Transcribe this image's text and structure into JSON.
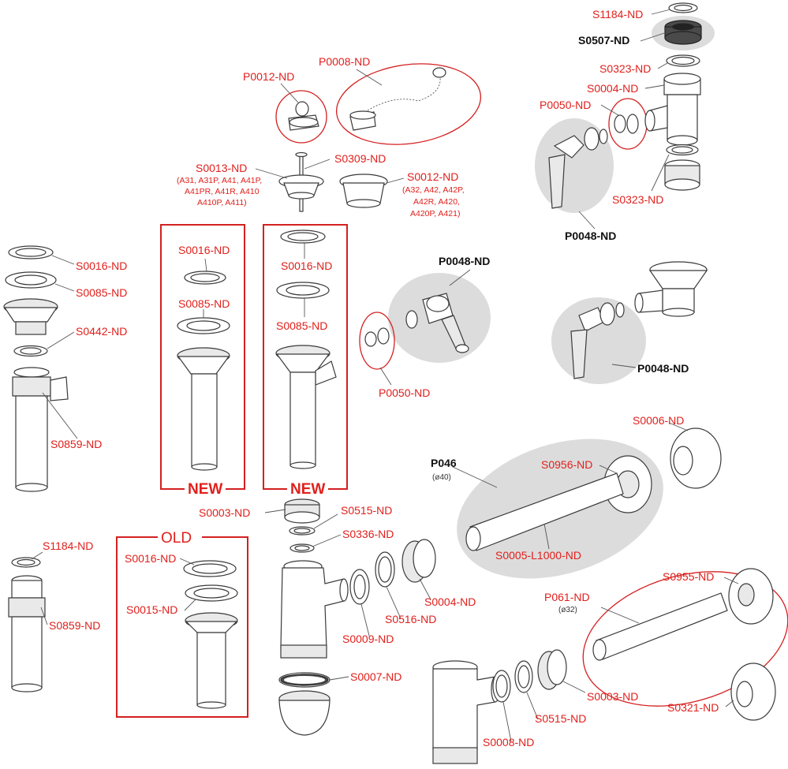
{
  "labels": {
    "S1184_top": "S1184-ND",
    "S0507": "S0507-ND",
    "S0323_top": "S0323-ND",
    "S0004_top": "S0004-ND",
    "P0050_top": "P0050-ND",
    "S0323_bottom": "S0323-ND",
    "P0048_top": "P0048-ND",
    "P0012": "P0012-ND",
    "P0008": "P0008-ND",
    "S0309": "S0309-ND",
    "S0013": "S0013-ND",
    "S0013_models": [
      "(A31, A31P, A41, A41P,",
      "A41PR, A41R, A410",
      "A410P, A411)"
    ],
    "S0012": "S0012-ND",
    "S0012_models": [
      "(A32, A42, A42P,",
      "A42R, A420,",
      "A420P, A421)"
    ],
    "S0016_left": "S0016-ND",
    "S0085_left": "S0085-ND",
    "S0442": "S0442-ND",
    "S0859_left": "S0859-ND",
    "S0016_new1": "S0016-ND",
    "S0085_new1": "S0085-ND",
    "S0016_new2": "S0016-ND",
    "S0085_new2": "S0085-ND",
    "new1": "NEW",
    "new2": "NEW",
    "P0048_mid": "P0048-ND",
    "P0050_mid": "P0050-ND",
    "P0048_right": "P0048-ND",
    "S0006": "S0006-ND",
    "P046": "P046",
    "P046_dia": "(ø40)",
    "S0956": "S0956-ND",
    "S0005": "S0005-L1000-ND",
    "S0003_mid": "S0003-ND",
    "S0515_mid": "S0515-ND",
    "S0336": "S0336-ND",
    "S0004_mid": "S0004-ND",
    "S0516": "S0516-ND",
    "S0009": "S0009-ND",
    "S0007": "S0007-ND",
    "old": "OLD",
    "S0016_old": "S0016-ND",
    "S0015": "S0015-ND",
    "S1184_left": "S1184-ND",
    "S0859_left2": "S0859-ND",
    "P061": "P061-ND",
    "P061_dia": "(ø32)",
    "S0955": "S0955-ND",
    "S0003_bottom": "S0003-ND",
    "S0515_bottom": "S0515-ND",
    "S0008": "S0008-ND",
    "S0321": "S0321-ND"
  },
  "colors": {
    "label_red": "#e0201c",
    "box_red": "#d42020",
    "highlight_grey": "#dcdcdc",
    "label_dark": "#111111"
  }
}
